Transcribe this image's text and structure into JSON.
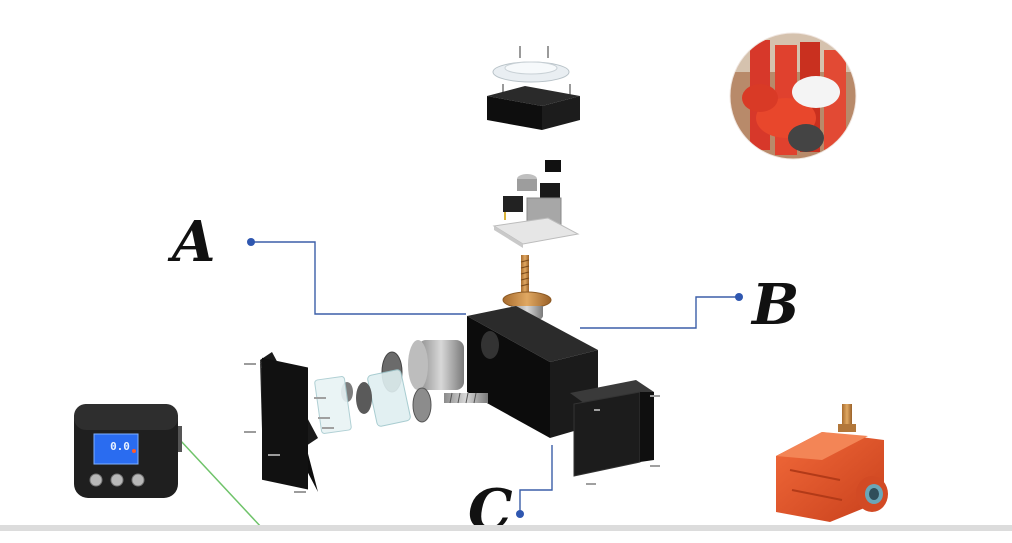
{
  "labels": {
    "a": "A",
    "b": "B",
    "c": "C"
  },
  "display": {
    "reading": "0.0"
  },
  "colors": {
    "leader_line": "#3b5fa8",
    "leader_dot": "#2f57b0",
    "housing": "#111111",
    "actuator_orange": "#e8552e",
    "gear_bronze": "#c98a45",
    "lcd_blue": "#2a6cf0",
    "green_line": "#6fc36a"
  },
  "icons": {
    "leader_end": "dot",
    "photo_top_right": "red-actuators-photo",
    "photo_bottom_right": "orange-gearbox-photo",
    "photo_bottom_left": "lcd-display-photo"
  }
}
